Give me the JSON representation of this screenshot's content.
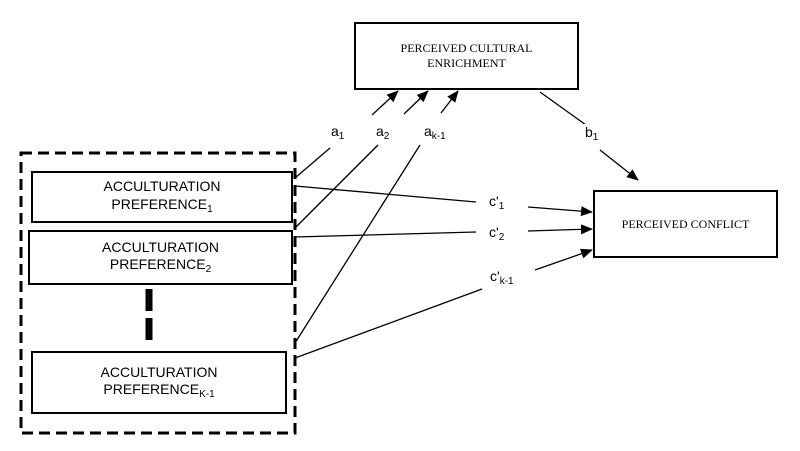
{
  "mediator": {
    "line1": "PERCEIVED CULTURAL",
    "line2": "ENRICHMENT"
  },
  "outcome": {
    "label": "PERCEIVED CONFLICT"
  },
  "predictors": [
    {
      "line1": "ACCULTURATION",
      "line2": "PREFERENCE",
      "sub": "1"
    },
    {
      "line1": "ACCULTURATION",
      "line2": "PREFERENCE",
      "sub": "2"
    },
    {
      "line1": "ACCULTURATION",
      "line2": "PREFERENCE",
      "sub": "K-1"
    }
  ],
  "paths": {
    "a1": {
      "base": "a",
      "sub": "1"
    },
    "a2": {
      "base": "a",
      "sub": "2"
    },
    "ak1": {
      "base": "a",
      "sub": "k-1"
    },
    "b1": {
      "base": "b",
      "sub": "1"
    },
    "c1": {
      "base": "c'",
      "sub": "1"
    },
    "c2": {
      "base": "c'",
      "sub": "2"
    },
    "ck1": {
      "base": "c'",
      "sub": "k-1"
    }
  }
}
